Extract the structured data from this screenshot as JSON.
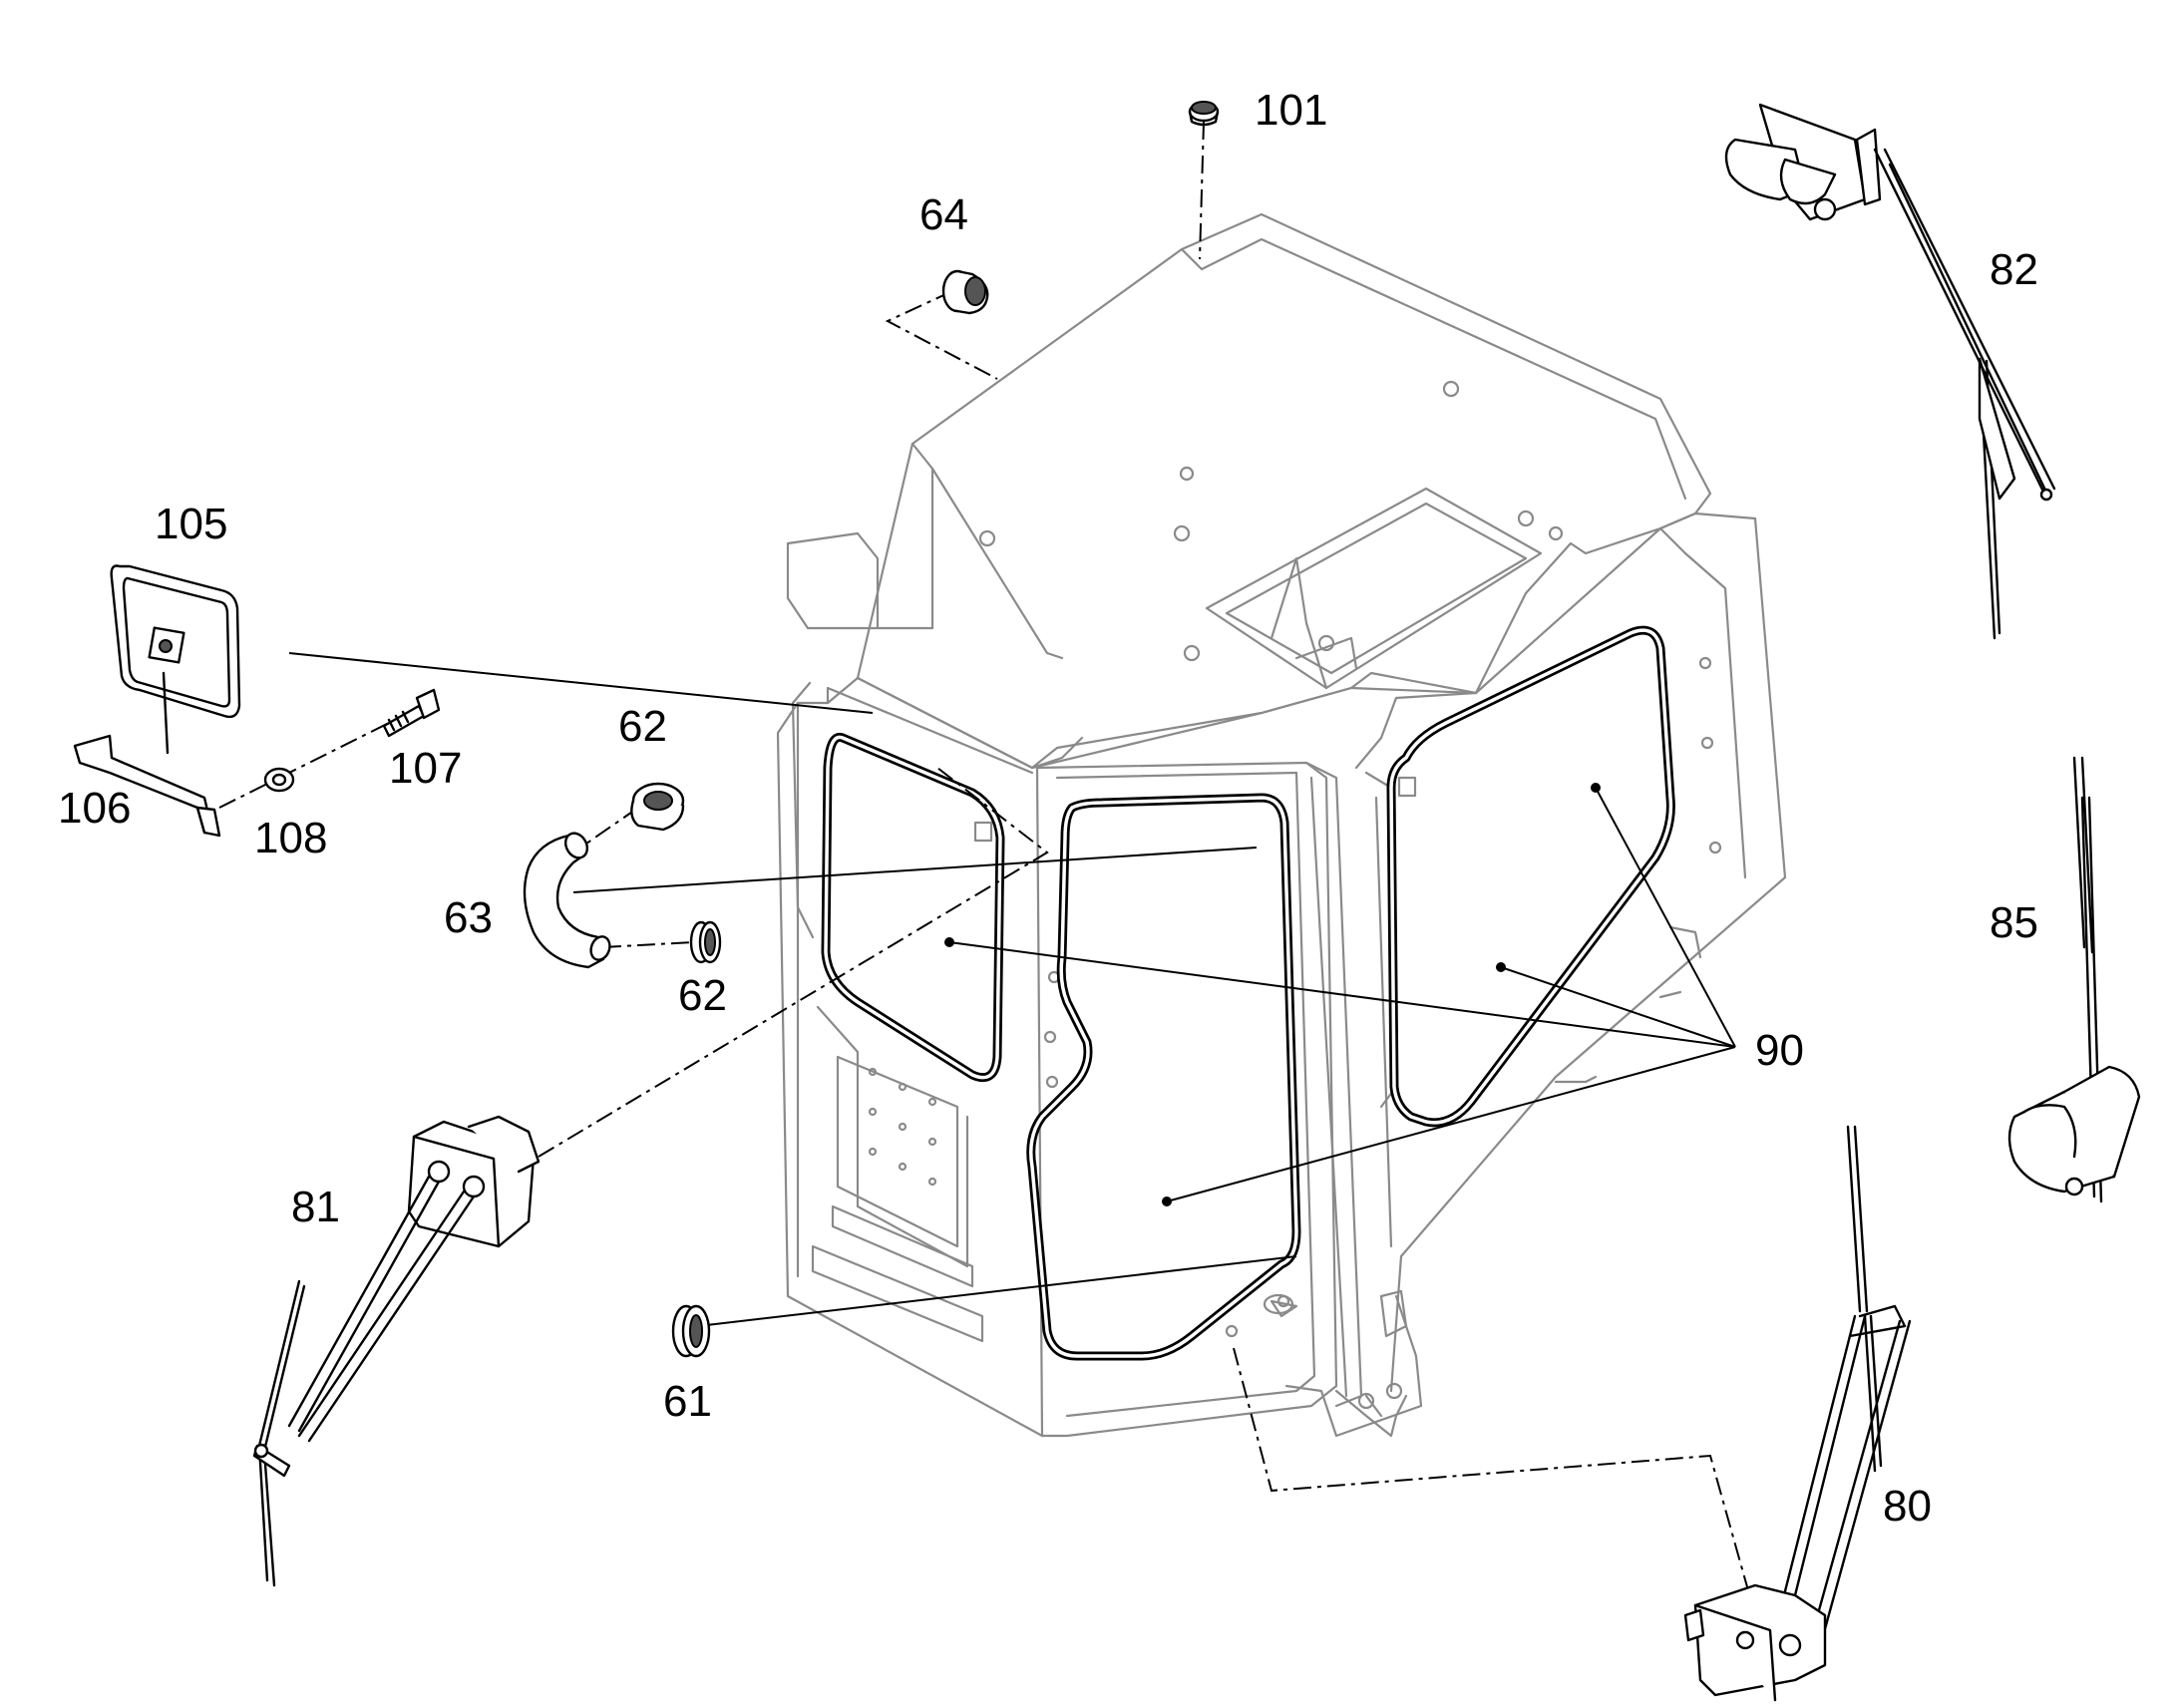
{
  "callouts": {
    "c101": "101",
    "c64": "64",
    "c82": "82",
    "c105": "105",
    "c62a": "62",
    "c107": "107",
    "c106": "106",
    "c108": "108",
    "c63": "63",
    "c62b": "62",
    "c85": "85",
    "c90": "90",
    "c81": "81",
    "c61": "61",
    "c80": "80"
  }
}
